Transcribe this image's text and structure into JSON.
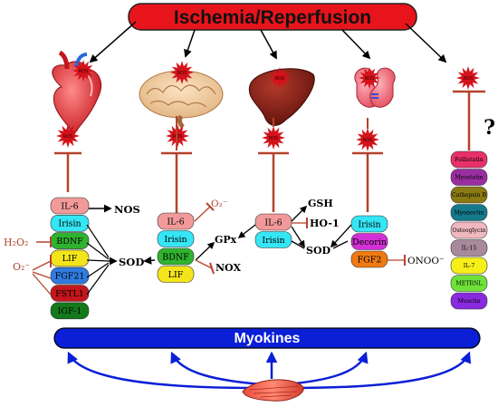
{
  "title": "Ischemia/Reperfusion",
  "bottom_label": "Myokines",
  "ros_label": "ROS",
  "unknown_mark": "?",
  "heart": {
    "pills": [
      "IL-6",
      "Irisin",
      "BDNF",
      "LIF",
      "FGF21",
      "FSTL1",
      "IGF-1"
    ],
    "labels": {
      "nos": "NOS",
      "sod": "SOD",
      "h2o2": "H₂O₂",
      "o2": "O₂⁻"
    }
  },
  "brain": {
    "pills": [
      "IL-6",
      "Irisin",
      "BDNF",
      "LIF"
    ],
    "labels": {
      "o2": "O₂⁻",
      "gpx": "GPx",
      "nox": "NOX"
    }
  },
  "liver": {
    "pills": [
      "IL-6",
      "Irisin"
    ],
    "labels": {
      "gsh": "GSH",
      "ho1": "HO-1",
      "sod": "SOD"
    }
  },
  "kidney": {
    "pills": [
      "Irisin",
      "Decorin",
      "FGF2"
    ],
    "labels": {
      "onoo": "ONOO⁻"
    }
  },
  "other": {
    "pills": [
      "Follistatin",
      "Myostatin",
      "Cathepsin B",
      "Myonectin",
      "Osteoglycin",
      "IL-15",
      "IL-7",
      "METRNL",
      "Musclin"
    ]
  },
  "colors": {
    "title_fill": "#e8141b",
    "myokines_fill": "#0a1fd6",
    "arrow_blue": "#0a1fd6",
    "inhibit": "#b5432c",
    "ros_star": "#d4121b"
  }
}
